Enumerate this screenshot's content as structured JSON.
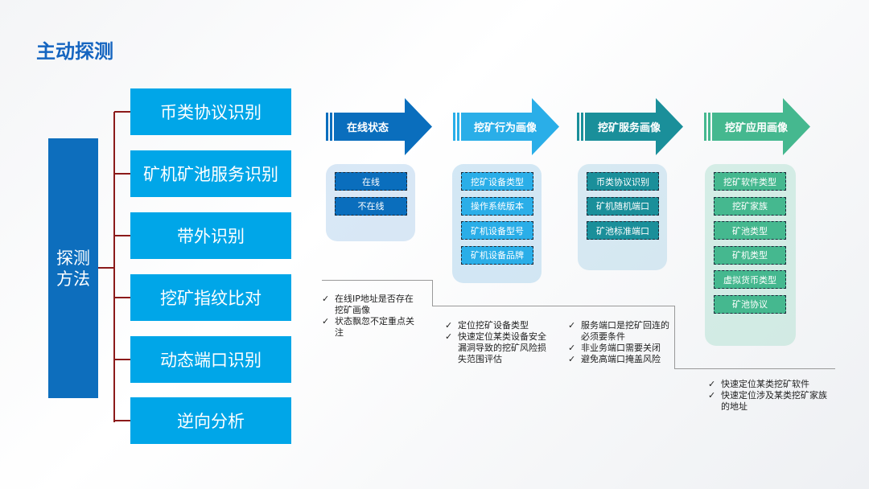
{
  "title": "主动探测",
  "side_label": "探测方法",
  "methods": [
    "币类协议识别",
    "矿机矿池服务识别",
    "带外识别",
    "挖矿指纹比对",
    "动态端口识别",
    "逆向分析"
  ],
  "stages": [
    {
      "label": "在线状态",
      "color": "#0a6ebd",
      "items": [
        "在线",
        "不在线"
      ],
      "notes": [
        "在线IP地址是否存在挖矿画像",
        "状态飘忽不定重点关注"
      ]
    },
    {
      "label": "挖矿行为画像",
      "color": "#2aaee8",
      "items": [
        "挖矿设备类型",
        "操作系统版本",
        "矿机设备型号",
        "矿机设备品牌"
      ],
      "notes": [
        "定位挖矿设备类型",
        "快速定位某类设备安全漏洞导致的挖矿风险损失范围评估"
      ]
    },
    {
      "label": "挖矿服务画像",
      "color": "#1a8f9a",
      "items": [
        "币类协议识别",
        "矿机随机端口",
        "矿池标准端口"
      ],
      "notes": [
        "服务端口是挖矿回连的必须要条件",
        "非业务端口需要关闭",
        "避免高端口掩盖风险"
      ]
    },
    {
      "label": "挖矿应用画像",
      "color": "#45b88f",
      "items": [
        "挖矿软件类型",
        "挖矿家族",
        "矿池类型",
        "矿机类型",
        "虚拟货币类型",
        "矿池协议"
      ],
      "notes": [
        "快速定位某类挖矿软件",
        "快速定位涉及某类挖矿家族的地址"
      ]
    }
  ]
}
